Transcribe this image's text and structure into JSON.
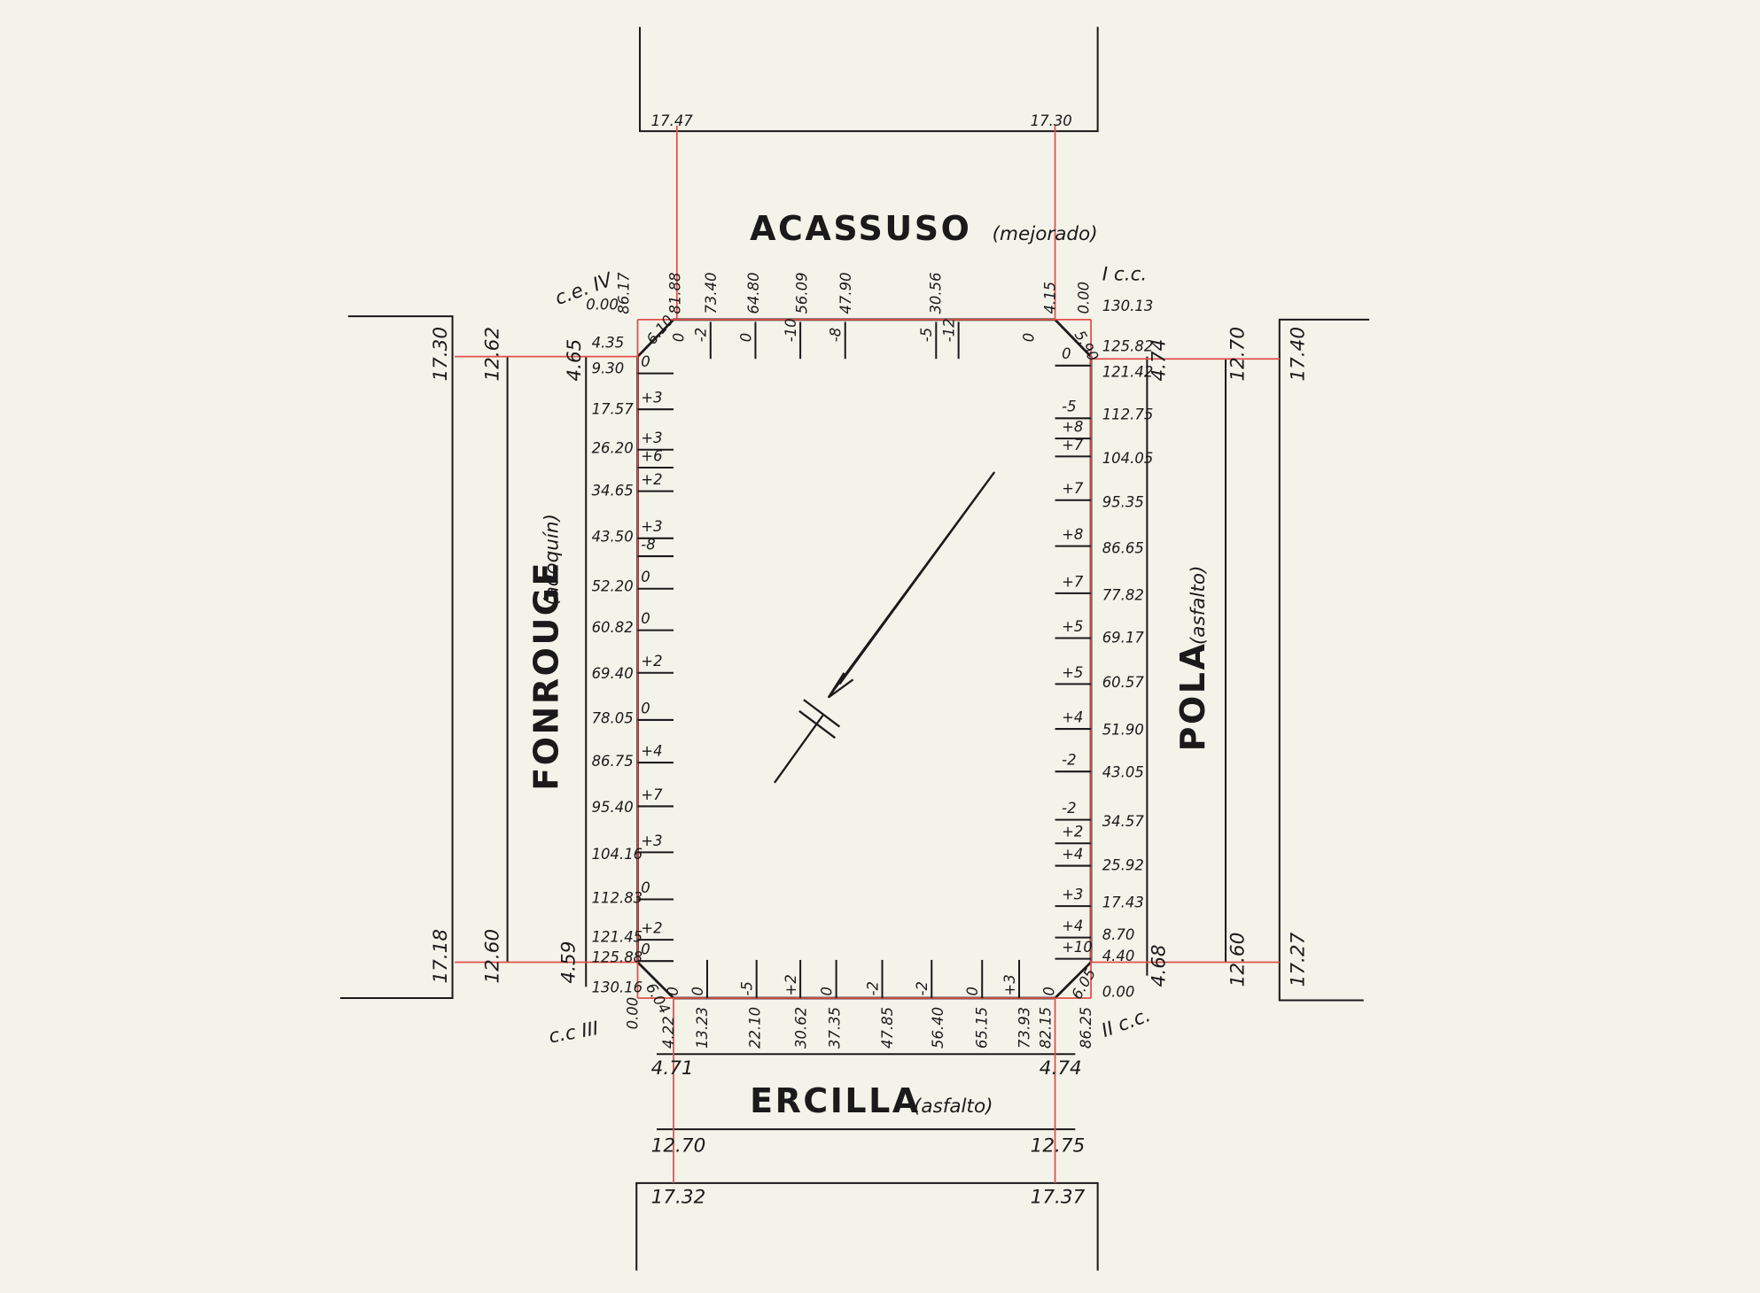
{
  "streets": {
    "top": {
      "name": "ACASSUSO",
      "surface": "(mejorado)"
    },
    "left": {
      "name": "FONROUGE",
      "surface": "(adoquín)"
    },
    "right": {
      "name": "POLA",
      "surface": "(asfalto)"
    },
    "bottom": {
      "name": "ERCILLA",
      "surface": "(asfalto)"
    }
  },
  "corners": {
    "top_left": "c.e. IV",
    "top_right": "I c.c.",
    "bottom_left": "c.c III",
    "bottom_right": "II c.c."
  },
  "chamfers": [
    "6.10",
    "5.90",
    "6.04",
    "6.05"
  ],
  "top_distances": [
    "0.00",
    "86.17",
    "81.88",
    "73.40",
    "64.80",
    "56.09",
    "47.90",
    "30.56",
    "4.15",
    "0.00"
  ],
  "top_offsets": [
    "0",
    "-2",
    "0",
    "-10",
    "-8",
    "-5",
    "-12",
    "0"
  ],
  "left_distances": [
    "4.35",
    "9.30",
    "17.57",
    "26.20",
    "34.65",
    "43.50",
    "52.20",
    "60.82",
    "69.40",
    "78.05",
    "86.75",
    "95.40",
    "104.16",
    "112.83",
    "121.45",
    "125.88",
    "130.16"
  ],
  "left_offsets": [
    "0",
    "+3",
    "+3",
    "+6",
    "+2",
    "+3",
    "-8",
    "0",
    "0",
    "+2",
    "0",
    "+4",
    "+7",
    "+3",
    "0",
    "+2",
    "0"
  ],
  "right_distances": [
    "130.13",
    "125.82",
    "121.42",
    "112.75",
    "104.05",
    "95.35",
    "86.65",
    "77.82",
    "69.17",
    "60.57",
    "51.90",
    "43.05",
    "34.57",
    "25.92",
    "17.43",
    "8.70",
    "4.40",
    "0.00"
  ],
  "right_offsets": [
    "0",
    "-5",
    "+8",
    "+7",
    "+7",
    "+8",
    "+7",
    "+5",
    "+5",
    "+4",
    "-2",
    "-2",
    "+2",
    "+4",
    "+3",
    "+4",
    "+10"
  ],
  "bottom_distances": [
    "0.00",
    "4.22",
    "13.23",
    "22.10",
    "30.62",
    "37.35",
    "47.85",
    "56.40",
    "65.15",
    "73.93",
    "82.15",
    "86.25"
  ],
  "bottom_offsets": [
    "0",
    "0",
    "-5",
    "+2",
    "0",
    "-2",
    "-2",
    "0",
    "+3",
    "0"
  ],
  "levels": {
    "top": [
      "17.47",
      "17.30"
    ],
    "left": [
      "17.30",
      "12.62",
      "4.65",
      "17.18",
      "12.60",
      "4.59"
    ],
    "right": [
      "4.74",
      "12.70",
      "17.40",
      "4.68",
      "12.60",
      "17.27"
    ],
    "bottom": [
      "4.71",
      "4.74",
      "12.70",
      "12.75",
      "17.32",
      "17.37"
    ]
  },
  "colors": {
    "ink": "#1a1a1a",
    "red": "#e0504a",
    "paper": "#f4f3ea"
  }
}
